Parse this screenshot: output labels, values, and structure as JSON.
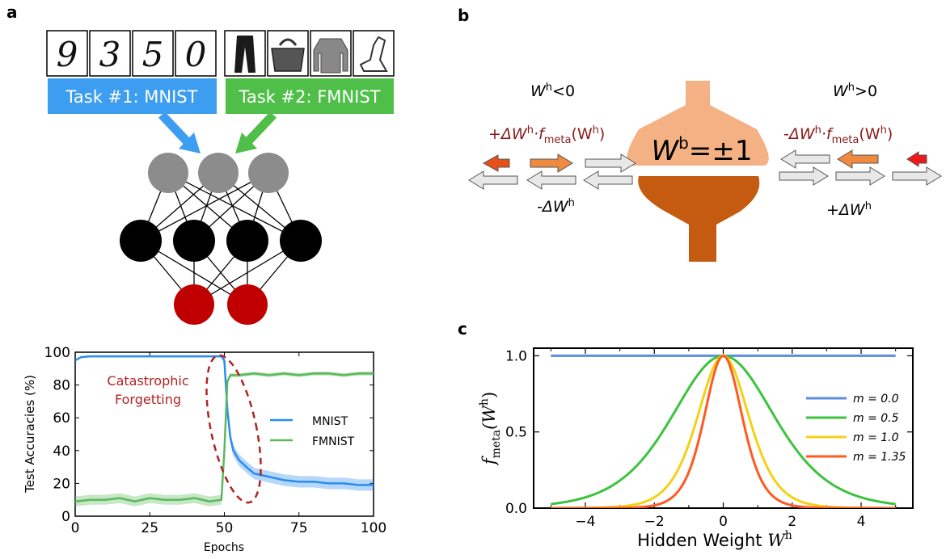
{
  "panels": {
    "a": "a",
    "b": "b",
    "c": "c"
  },
  "panel_a": {
    "mnist_digits": [
      "9",
      "3",
      "5",
      "0"
    ],
    "task1_label": "Task #1: MNIST",
    "task2_label": "Task #2: FMNIST",
    "colors": {
      "task1": "#3d9df0",
      "task2": "#4fbf4a",
      "hidden_nodes": "#8c8c8c",
      "middle_nodes": "#000000",
      "output_nodes": "#c00000"
    },
    "network_layers": [
      3,
      4,
      2
    ]
  },
  "panel_b": {
    "left_condition_main": "W",
    "left_condition_sup": "h",
    "left_condition_rest": "<0",
    "right_condition_main": "W",
    "right_condition_sup": "h",
    "right_condition_rest": ">0",
    "left_meta_formula": "+ΔW",
    "left_meta_sup": "h",
    "left_meta_rest": "·f",
    "left_meta_sub": "meta",
    "left_meta_arg": "(W",
    "left_meta_arg_sup": "h",
    "left_meta_end": ")",
    "right_meta_formula": "-ΔW",
    "right_meta_sup": "h",
    "right_meta_rest": "·f",
    "right_meta_sub": "meta",
    "right_meta_arg": "(W",
    "right_meta_arg_sup": "h",
    "right_meta_end": ")",
    "left_update_main": "-ΔW",
    "left_update_sup": "h",
    "right_update_main": "+ΔW",
    "right_update_sup": "h",
    "center_main": "W",
    "center_sup": "b",
    "center_rest": "=±1",
    "colors": {
      "funnel_top": "#f4b183",
      "funnel_bottom": "#c55a11",
      "meta_text": "#8b1a1a"
    }
  },
  "chart_data": [
    {
      "type": "line",
      "panel": "a",
      "xlabel": "Epochs",
      "ylabel": "Test Accuracies (%)",
      "xlim": [
        0,
        100
      ],
      "ylim": [
        0,
        100
      ],
      "xticks": [
        0,
        25,
        50,
        75,
        100
      ],
      "yticks": [
        0,
        20,
        40,
        60,
        80,
        100
      ],
      "annotation": "Catastrophic\nForgetting",
      "annotation_lines": [
        "Catastrophic",
        "Forgetting"
      ],
      "legend": [
        "MNIST",
        "FMNIST"
      ],
      "legend_position": "center-right",
      "series": [
        {
          "name": "MNIST",
          "color": "#2b8cf0",
          "x": [
            0,
            2,
            5,
            10,
            20,
            30,
            40,
            49,
            50,
            51,
            52,
            53,
            55,
            58,
            60,
            65,
            70,
            75,
            80,
            85,
            90,
            95,
            100
          ],
          "y": [
            95,
            97,
            97.5,
            97.5,
            97.5,
            97.5,
            97.5,
            97.5,
            95,
            65,
            48,
            40,
            34,
            29,
            26,
            24,
            22,
            21,
            21,
            20,
            20,
            19,
            19
          ]
        },
        {
          "name": "FMNIST",
          "color": "#5cb85c",
          "x": [
            0,
            5,
            10,
            15,
            20,
            25,
            30,
            35,
            40,
            45,
            49,
            50,
            51,
            52,
            55,
            60,
            65,
            70,
            75,
            80,
            85,
            90,
            95,
            100
          ],
          "y": [
            9,
            10,
            10,
            11,
            9,
            11,
            10,
            10,
            11,
            9,
            10,
            40,
            82,
            86,
            86,
            87,
            86,
            87,
            86,
            87,
            87,
            86,
            87,
            87
          ]
        }
      ]
    },
    {
      "type": "line",
      "panel": "c",
      "xlabel": "Hidden Weight W^h",
      "xlabel_main": "Hidden Weight ",
      "xlabel_var": "W",
      "xlabel_sup": "h",
      "ylabel_main": "f",
      "ylabel_sub": "meta",
      "ylabel_arg": "(W",
      "ylabel_arg_sup": "h",
      "ylabel_end": ")",
      "xlim": [
        -5.5,
        5.5
      ],
      "ylim": [
        0,
        1.05
      ],
      "xticks": [
        -4,
        -2,
        0,
        2,
        4
      ],
      "xticklabels": [
        "−4",
        "−2",
        "0",
        "2",
        "4"
      ],
      "yticks": [
        0.0,
        0.5,
        1.0
      ],
      "yticklabels": [
        "0.0",
        "0.5",
        "1.0"
      ],
      "legend_position": "center-right",
      "series": [
        {
          "name": "m = 0.0",
          "m": 0.0,
          "color": "#5b8fde"
        },
        {
          "name": "m = 0.5",
          "m": 0.5,
          "color": "#3cc33c"
        },
        {
          "name": "m = 1.0",
          "m": 1.0,
          "color": "#f5d015"
        },
        {
          "name": "m = 1.35",
          "m": 1.35,
          "color": "#ff5a1f"
        }
      ],
      "function": "1 - tanh^2(m * x)",
      "x_range": [
        -5,
        5
      ]
    }
  ]
}
